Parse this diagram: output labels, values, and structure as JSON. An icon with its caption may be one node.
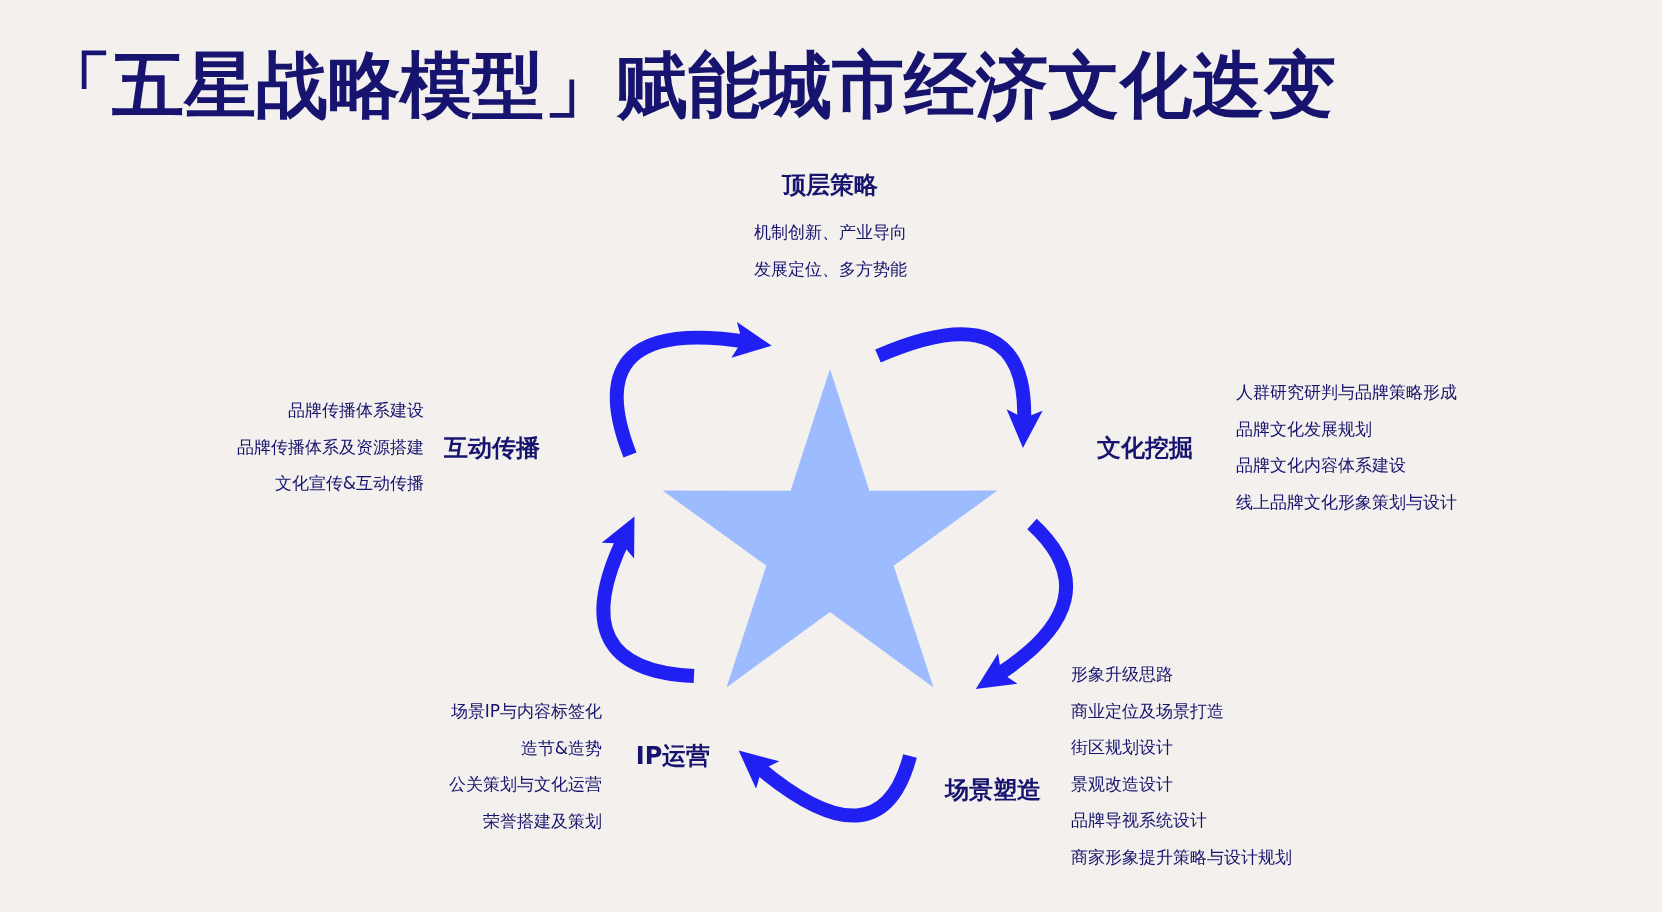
{
  "diagram": {
    "title": "「五星战略模型」赋能城市经济文化迭变",
    "nodes": [
      {
        "text": [
          "顶层策略"
        ],
        "beside": [
          "机制创新、产业导向",
          "发展定位、多方势能"
        ]
      },
      {
        "text": [
          "文化挖掘"
        ],
        "beside": [
          "人群研究研判与品牌策略形成",
          "品牌文化发展规划",
          "品牌文化内容体系建设",
          "线上品牌文化形象策划与设计"
        ]
      },
      {
        "text": [
          "场景塑造"
        ],
        "beside": [
          "形象升级思路",
          "商业定位及场景打造",
          "街区规划设计",
          "景观改造设计",
          "品牌导视系统设计",
          "商家形象提升策略与设计规划"
        ]
      },
      {
        "text": [
          "IP运营"
        ],
        "beside": [
          "场景IP与内容标签化",
          "造节&造势",
          "公关策划与文化运营",
          "荣誉搭建及策划"
        ]
      },
      {
        "text": [
          "互动传播"
        ],
        "beside": [
          "品牌传播体系建设",
          "品牌传播体系及资源搭建",
          "文化宣传&互动传播"
        ]
      },
      {
        "text": [],
        "shape": "star"
      }
    ]
  }
}
